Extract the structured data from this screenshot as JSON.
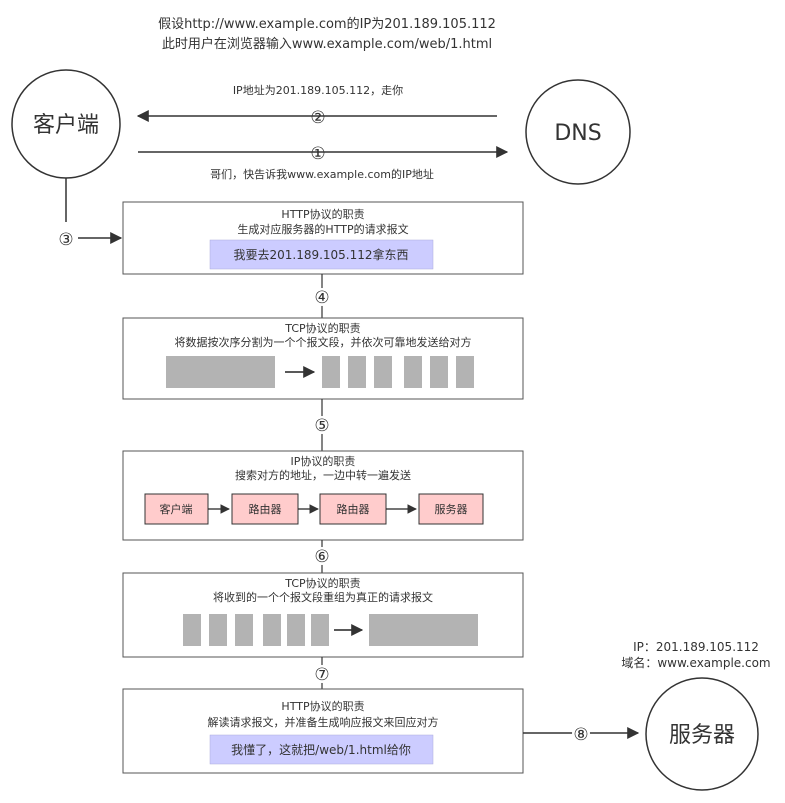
{
  "header": {
    "line1": "假设http://www.example.com的IP为201.189.105.112",
    "line2": "此时用户在浏览器输入www.example.com/web/1.html"
  },
  "nodes": {
    "client": "客户端",
    "dns": "DNS",
    "server": "服务器"
  },
  "dns_arrows": {
    "reply_label": "IP地址为201.189.105.112，走你",
    "reply_step": "②",
    "query_step": "①",
    "query_label": "哥们，快告诉我www.example.com的IP地址"
  },
  "steps": {
    "s3": "③",
    "s4": "④",
    "s5": "⑤",
    "s6": "⑥",
    "s7": "⑦",
    "s8": "⑧"
  },
  "boxes": {
    "http_send": {
      "title": "HTTP协议的职责",
      "subtitle": "生成对应服务器的HTTP的请求报文",
      "message": "我要去201.189.105.112拿东西"
    },
    "tcp_send": {
      "title": "TCP协议的职责",
      "subtitle": "将数据按次序分割为一个个报文段，并依次可靠地发送给对方"
    },
    "ip": {
      "title": "IP协议的职责",
      "subtitle": "搜索对方的地址，一边中转一遍发送",
      "route": [
        "客户端",
        "路由器",
        "路由器",
        "服务器"
      ]
    },
    "tcp_recv": {
      "title": "TCP协议的职责",
      "subtitle": "将收到的一个个报文段重组为真正的请求报文"
    },
    "http_recv": {
      "title": "HTTP协议的职责",
      "subtitle": "解读请求报文，并准备生成响应报文来回应对方",
      "message": "我懂了，这就把/web/1.html给你"
    }
  },
  "server_info": {
    "ip": "IP：201.189.105.112",
    "domain": "域名：www.example.com"
  },
  "colors": {
    "message_fill": "#ccccff",
    "route_fill": "#ffcccc",
    "segment_fill": "#b3b3b3",
    "box_stroke": "#555555"
  }
}
